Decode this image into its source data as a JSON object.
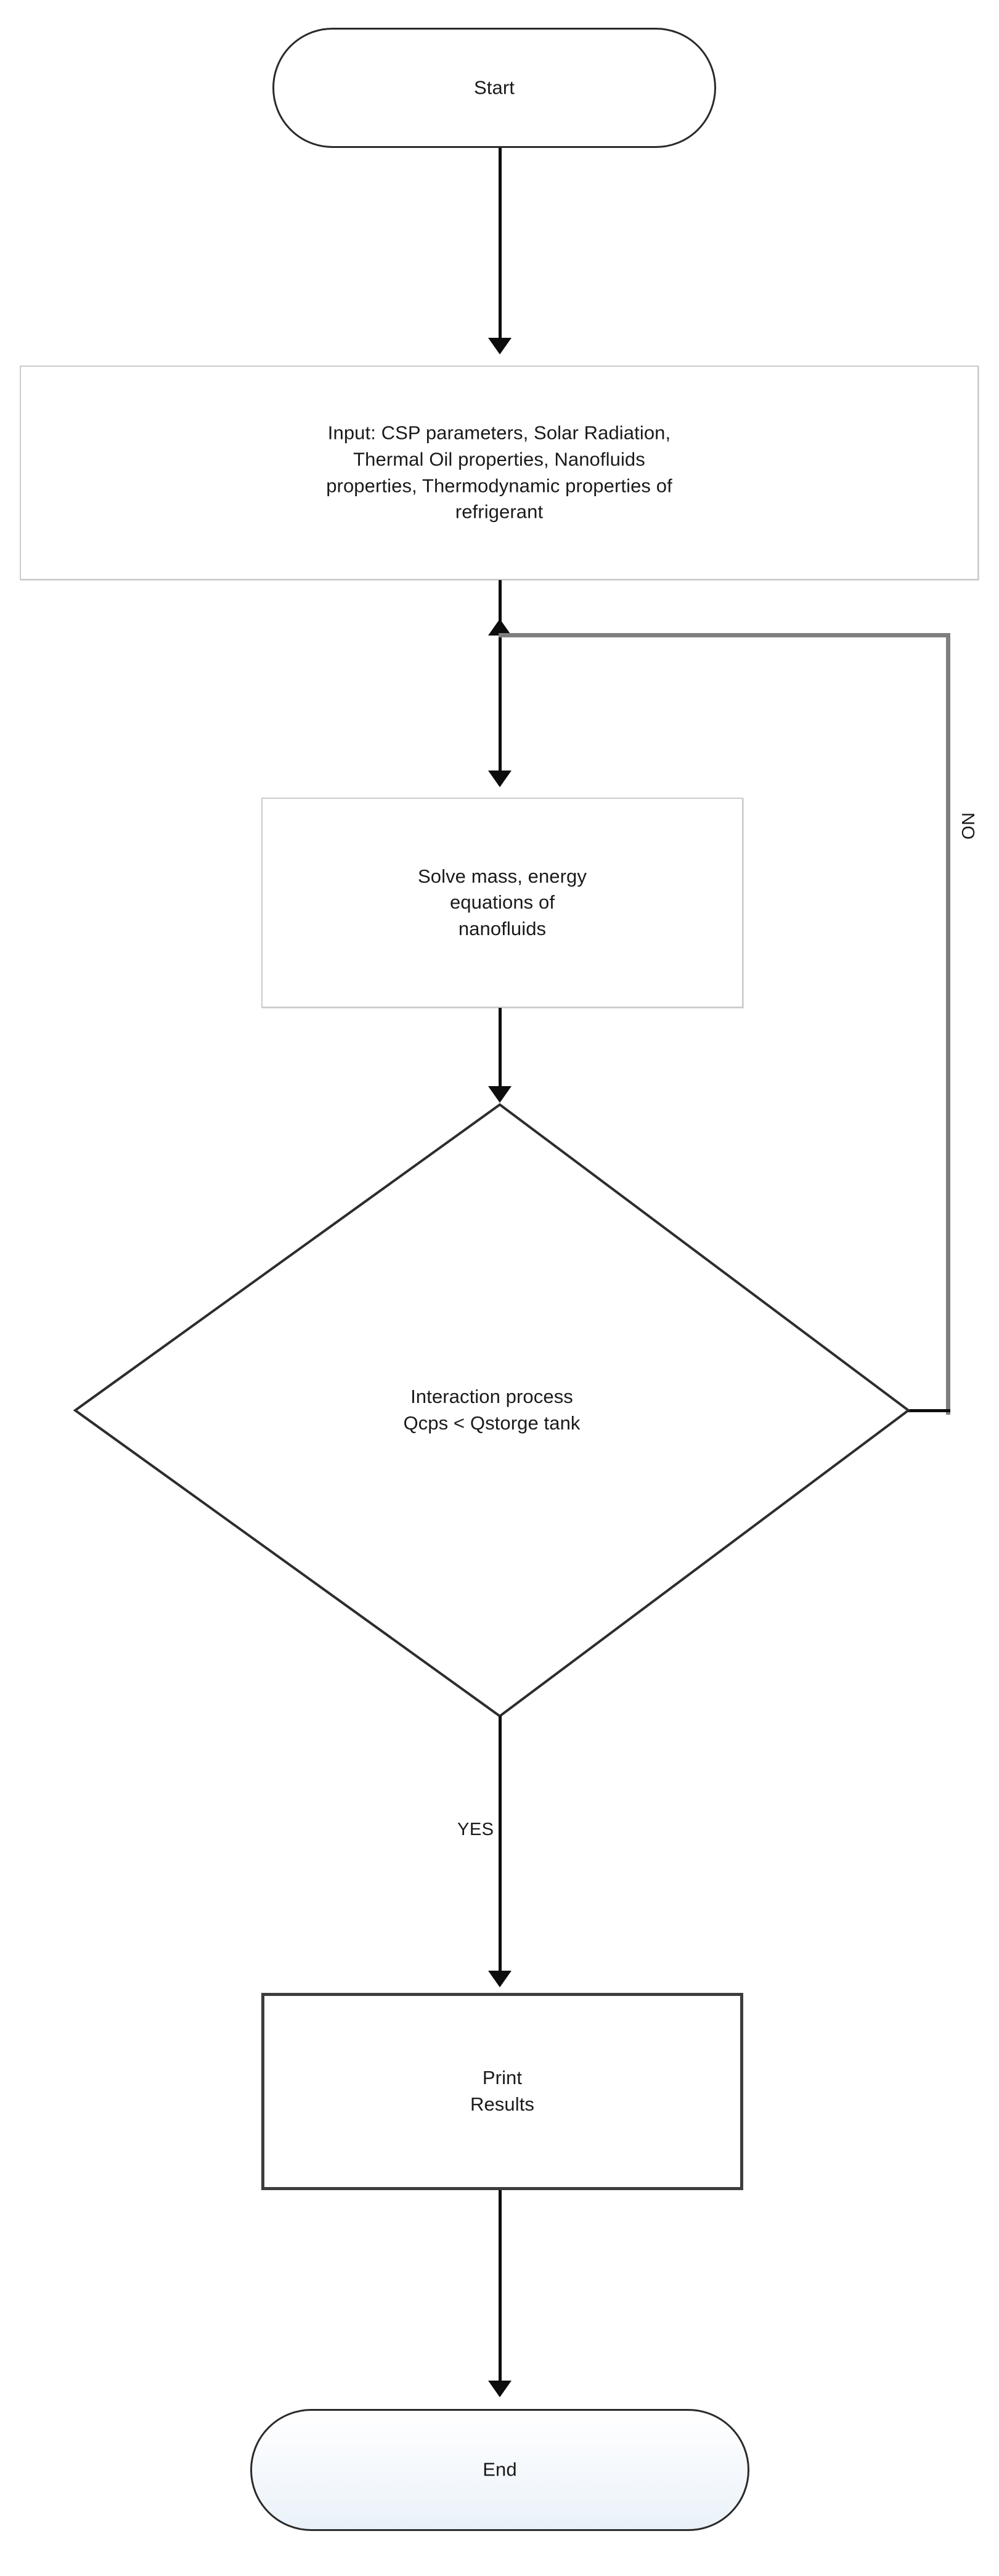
{
  "diagram": {
    "title": "CSP nanofluid simulation flowchart",
    "accent_line_color": "#7f7f7f",
    "line_color": "#0d0d0d"
  },
  "nodes": {
    "start": {
      "label": "Start",
      "type": "terminator"
    },
    "input": {
      "label": "Input: CSP parameters, Solar Radiation,\nThermal Oil properties, Nanofluids\nproperties, Thermodynamic properties of\nrefrigerant",
      "type": "io-box"
    },
    "solve": {
      "label": "Solve mass, energy\nequations of\nnanofluids",
      "type": "process"
    },
    "decision": {
      "label": "Interaction process\nQcps < Qstorge tank",
      "type": "decision"
    },
    "print": {
      "label": "Print\nResults",
      "type": "process"
    },
    "end": {
      "label": "End",
      "type": "terminator"
    }
  },
  "edges": {
    "no_label": "NO",
    "yes_label": "YES"
  },
  "chart_data": {
    "type": "flowchart",
    "nodes": [
      {
        "id": "start",
        "shape": "terminator",
        "text": "Start"
      },
      {
        "id": "input",
        "shape": "rectangle",
        "text": "Input: CSP parameters, Solar Radiation, Thermal Oil properties, Nanofluids properties, Thermodynamic properties of refrigerant"
      },
      {
        "id": "solve",
        "shape": "rectangle",
        "text": "Solve mass, energy equations of nanofluids"
      },
      {
        "id": "decision",
        "shape": "diamond",
        "text": "Interaction process Qcps < Qstorge tank"
      },
      {
        "id": "print",
        "shape": "rectangle",
        "text": "Print Results"
      },
      {
        "id": "end",
        "shape": "terminator",
        "text": "End"
      }
    ],
    "edges": [
      {
        "from": "start",
        "to": "input",
        "label": ""
      },
      {
        "from": "input",
        "to": "solve",
        "label": ""
      },
      {
        "from": "solve",
        "to": "decision",
        "label": ""
      },
      {
        "from": "decision",
        "to": "print",
        "label": "YES"
      },
      {
        "from": "decision",
        "to": "input",
        "label": "NO"
      },
      {
        "from": "print",
        "to": "end",
        "label": ""
      }
    ]
  }
}
